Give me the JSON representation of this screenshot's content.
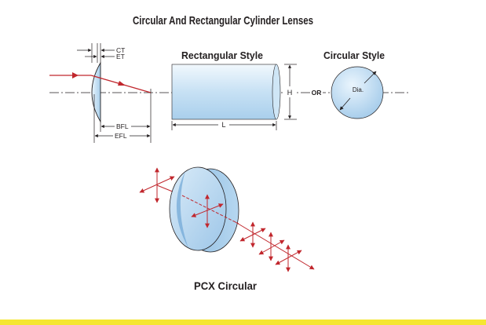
{
  "title": "Circular And Rectangular Cylinder Lenses",
  "labels": {
    "ct": "CT",
    "et": "ET",
    "bfl": "BFL",
    "efl": "EFL",
    "rectangular_style": "Rectangular Style",
    "circular_style": "Circular Style",
    "height": "H",
    "length": "L",
    "or": "OR",
    "diameter": "Dia.",
    "pcx_circular": "PCX Circular"
  },
  "colors": {
    "ray": "#c1272d",
    "lens_light": "#e6f2fb",
    "lens_mid": "#b9d8f0",
    "lens_dark": "#8fbfe3",
    "outline": "#231f20",
    "footer_bar": "#f5e632"
  }
}
